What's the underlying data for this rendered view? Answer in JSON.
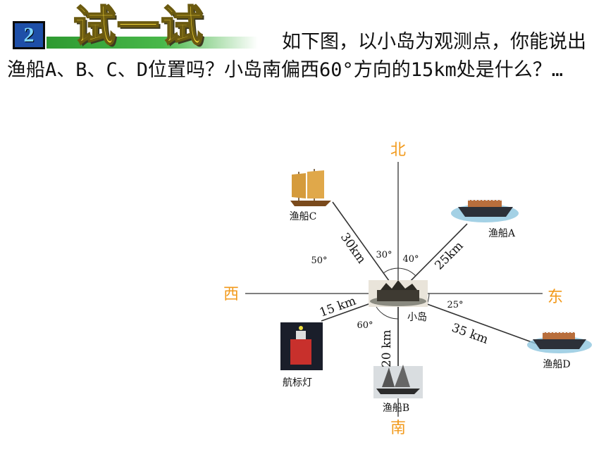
{
  "header": {
    "badge_number": "2",
    "title": "试一试"
  },
  "question": "如下图，以小岛为观测点，你能说出渔船A、B、C、D位置吗？小岛南偏西60°方向的15km处是什么？…",
  "diagram": {
    "directions": {
      "north": "北",
      "south": "南",
      "west": "西",
      "east": "东"
    },
    "island_label": "小岛",
    "objects": [
      {
        "name": "渔船C",
        "bearing_from": "north",
        "angle": "30°",
        "distance": "30km"
      },
      {
        "name": "渔船A",
        "bearing_from": "north",
        "angle": "40°",
        "distance": "25km"
      },
      {
        "name": "渔船D",
        "bearing_from": "east",
        "angle": "25°",
        "distance": "35 km"
      },
      {
        "name": "渔船B",
        "bearing_from": "south",
        "angle": "",
        "distance": "20 km"
      },
      {
        "name": "航标灯",
        "bearing_from": "south",
        "angle": "60°",
        "distance": "15 km"
      }
    ],
    "extra_angles": {
      "c_from_west": "50°"
    }
  },
  "colors": {
    "direction_text": "#f29a1c",
    "title_fill": "#f4d73a",
    "bar_green": "#2e9a31",
    "badge_blue": "#1e4fa8"
  }
}
